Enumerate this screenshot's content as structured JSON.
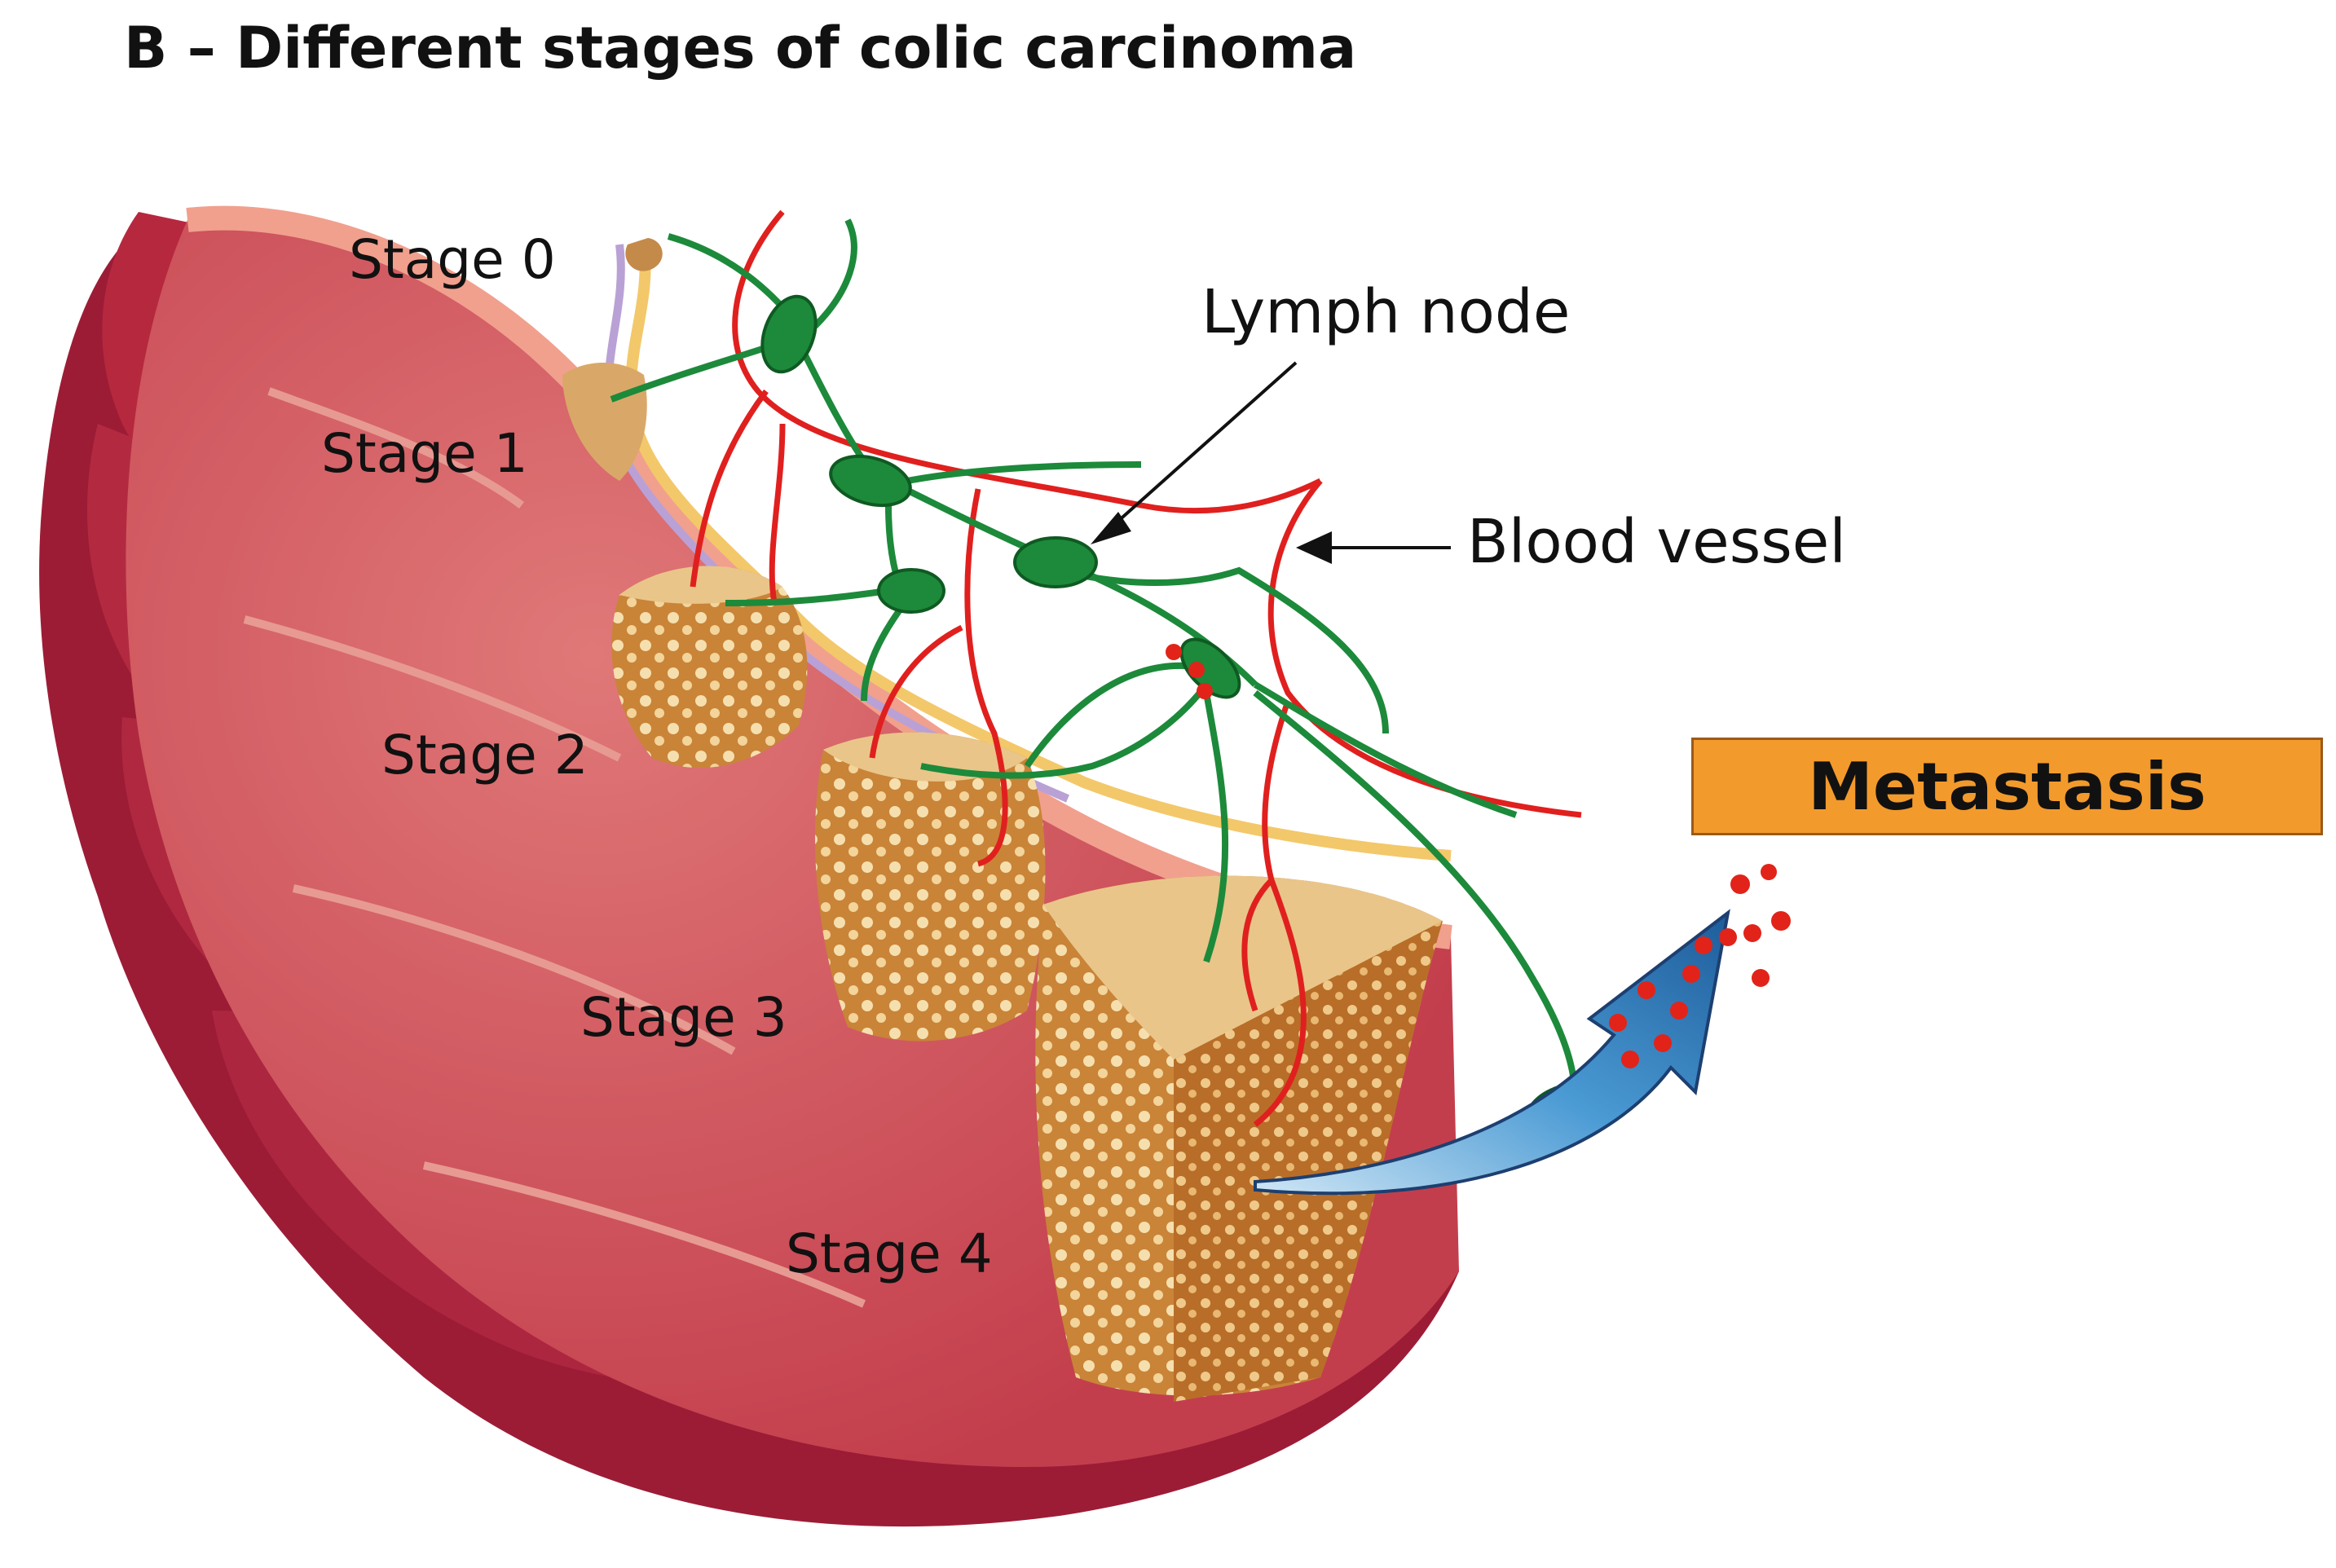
{
  "title": "B – Different stages of colic carcinoma",
  "stages": [
    "Stage 0",
    "Stage 1",
    "Stage 2",
    "Stage 3",
    "Stage 4"
  ],
  "labels": {
    "lymph_node": "Lymph node",
    "blood_vessel": "Blood vessel",
    "metastasis": "Metastasis"
  },
  "colors": {
    "colon_outer": "#9c1c36",
    "colon_mid": "#c8404e",
    "colon_lumen": "#d45a60",
    "colon_rim": "#f1a08e",
    "tumor": "#d79a4a",
    "tumor_top": "#e9c58a",
    "lymph": "#1c8a3a",
    "blood": "#e0201e",
    "metastasis_box": "#f39a2c",
    "arrow": "#2f7fc0"
  }
}
